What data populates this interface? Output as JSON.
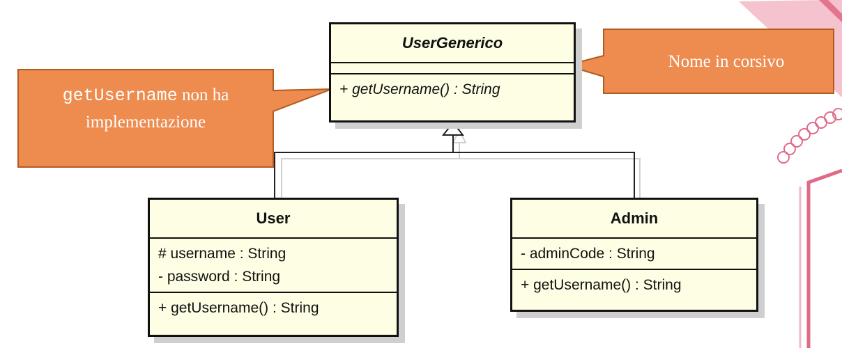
{
  "classes": {
    "usergenerico": {
      "name": "UserGenerico",
      "abstract": true,
      "attributes": [],
      "operations": [
        "+ getUsername() : String"
      ]
    },
    "user": {
      "name": "User",
      "attributes": [
        "# username : String",
        "- password : String"
      ],
      "operations": [
        "+ getUsername() : String"
      ]
    },
    "admin": {
      "name": "Admin",
      "attributes": [
        "- adminCode : String"
      ],
      "operations": [
        "+ getUsername() : String"
      ]
    }
  },
  "relations": [
    {
      "type": "generalization",
      "from": "User",
      "to": "UserGenerico"
    },
    {
      "type": "generalization",
      "from": "Admin",
      "to": "UserGenerico"
    }
  ],
  "callouts": {
    "left": {
      "code": "getUsername",
      "text_1": " non ha",
      "text_2": "implementazione"
    },
    "right": {
      "text": "Nome in corsivo"
    }
  },
  "colors": {
    "callout_fill": "#ee8b4e",
    "callout_border": "#b35a1f",
    "class_fill": "#fefee4",
    "decoration": "#e06b86"
  }
}
